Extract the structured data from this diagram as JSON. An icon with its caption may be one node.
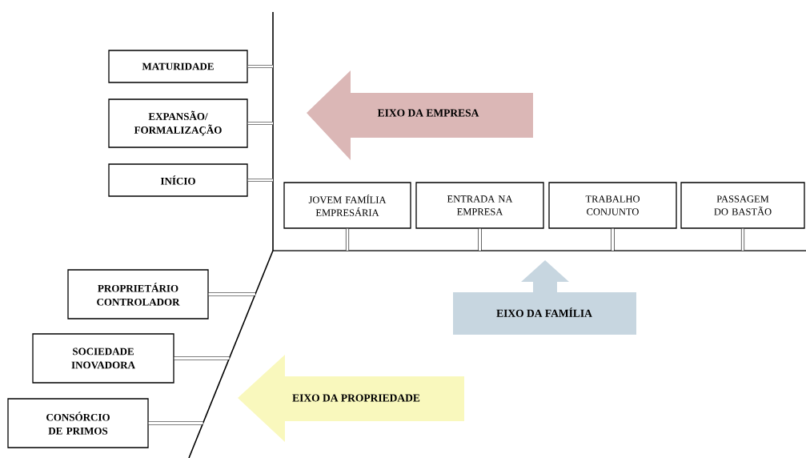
{
  "diagram": {
    "nodes": [
      {
        "text": [
          "MATURIDADE"
        ]
      },
      {
        "text": [
          "EXPANSÃO/ FORMALIZAÇÃO"
        ]
      },
      {
        "text": [
          "INÍCIO"
        ]
      },
      {
        "text": [
          "EIXO DA EMPRESA"
        ]
      },
      {
        "text": [
          "JOVEM FAMÍLIA EMPRESÁRIA"
        ]
      },
      {
        "text": [
          "ENTRADA NA EMPRESA"
        ]
      },
      {
        "text": [
          "TRABALHO CONJUNTO"
        ]
      },
      {
        "text": [
          "PASSAGEM DO BASTÃO"
        ]
      },
      {
        "text": [
          "EIXO DA FAMÍLIA"
        ]
      },
      {
        "text": [
          "PROPRIETÁRIO CONTROLADOR"
        ]
      },
      {
        "text": [
          "SOCIEDADE INOVADORA"
        ]
      },
      {
        "text": [
          "CONSÓRCIO DE PRIMOS"
        ]
      },
      {
        "text": [
          "EIXO DA PROPRIEDADE"
        ]
      }
    ],
    "edges": [
      {
        "from": 0,
        "to": null,
        "arrow": "none"
      },
      {
        "from": 1,
        "to": null,
        "arrow": "none"
      },
      {
        "from": 2,
        "to": null,
        "arrow": "none"
      },
      {
        "from": 4,
        "to": null,
        "arrow": "none"
      },
      {
        "from": 5,
        "to": null,
        "arrow": "none"
      },
      {
        "from": 6,
        "to": null,
        "arrow": "none"
      },
      {
        "from": 7,
        "to": null,
        "arrow": "none"
      },
      {
        "from": 9,
        "to": null,
        "arrow": "none"
      },
      {
        "from": 10,
        "to": null,
        "arrow": "none"
      },
      {
        "from": 11,
        "to": null,
        "arrow": "none"
      }
    ]
  }
}
